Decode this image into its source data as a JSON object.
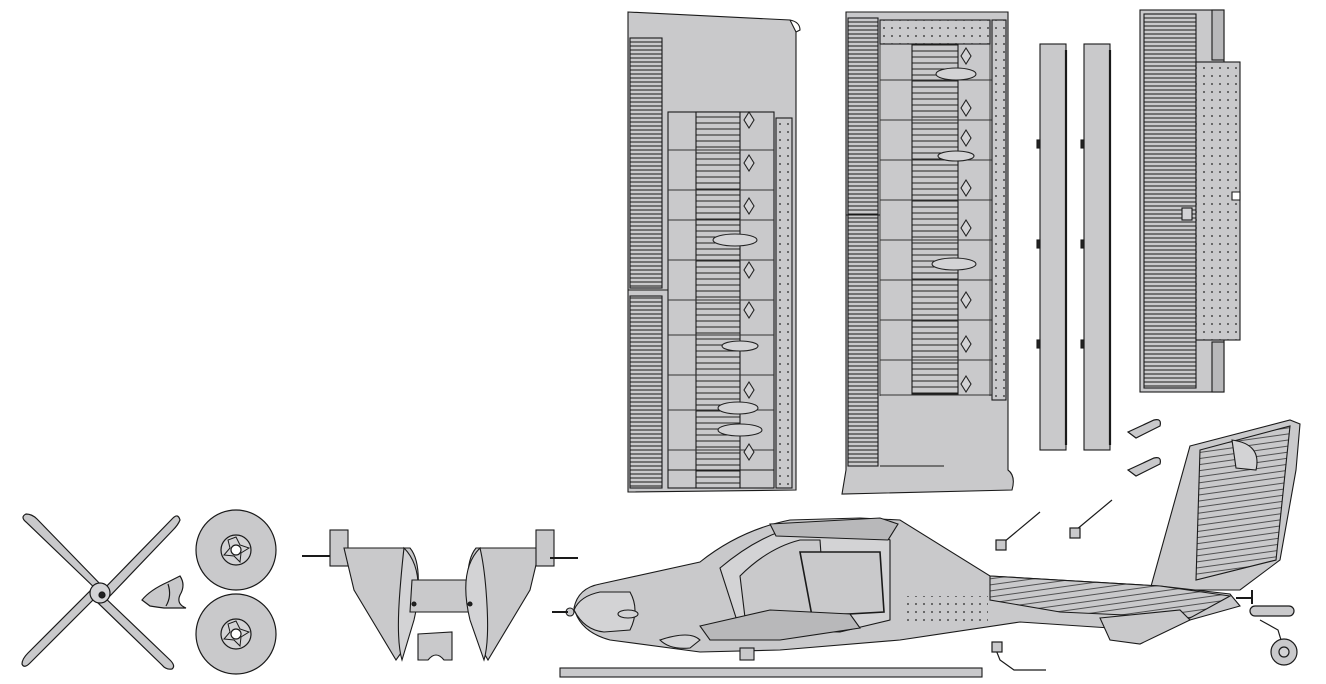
{
  "sheet": {
    "colors": {
      "background": "#ffffff",
      "part_fill": "#c9c9cb",
      "part_fill_dark": "#b8b8ba",
      "line": "#1a1a1a",
      "shadow_band": "#a9a9ab",
      "panel_grey": "#d3d3d5"
    },
    "parts": [
      {
        "id": "propeller",
        "icon": "four-blade-propeller"
      },
      {
        "id": "spinner-cap",
        "icon": "spinner-cap"
      },
      {
        "id": "main-wheel-upper",
        "icon": "wheel"
      },
      {
        "id": "main-wheel-lower",
        "icon": "wheel"
      },
      {
        "id": "landing-gear-strut",
        "icon": "gear-strut-assembly"
      },
      {
        "id": "gear-bracket",
        "icon": "small-bracket"
      },
      {
        "id": "wing-left",
        "icon": "wing-panel"
      },
      {
        "id": "wing-right",
        "icon": "wing-panel"
      },
      {
        "id": "aileron-strip-a",
        "icon": "strip"
      },
      {
        "id": "aileron-strip-b",
        "icon": "strip"
      },
      {
        "id": "horizontal-stabilizer",
        "icon": "stabilizer-panel"
      },
      {
        "id": "fuselage",
        "icon": "aircraft-fuselage"
      },
      {
        "id": "antenna-a",
        "icon": "antenna"
      },
      {
        "id": "antenna-b",
        "icon": "antenna"
      },
      {
        "id": "antenna-c",
        "icon": "antenna"
      },
      {
        "id": "wing-strut-clip-a",
        "icon": "clip"
      },
      {
        "id": "wing-strut-clip-b",
        "icon": "clip"
      },
      {
        "id": "tail-wheel",
        "icon": "tail-wheel"
      },
      {
        "id": "base-stand-bar",
        "icon": "bar"
      }
    ]
  }
}
